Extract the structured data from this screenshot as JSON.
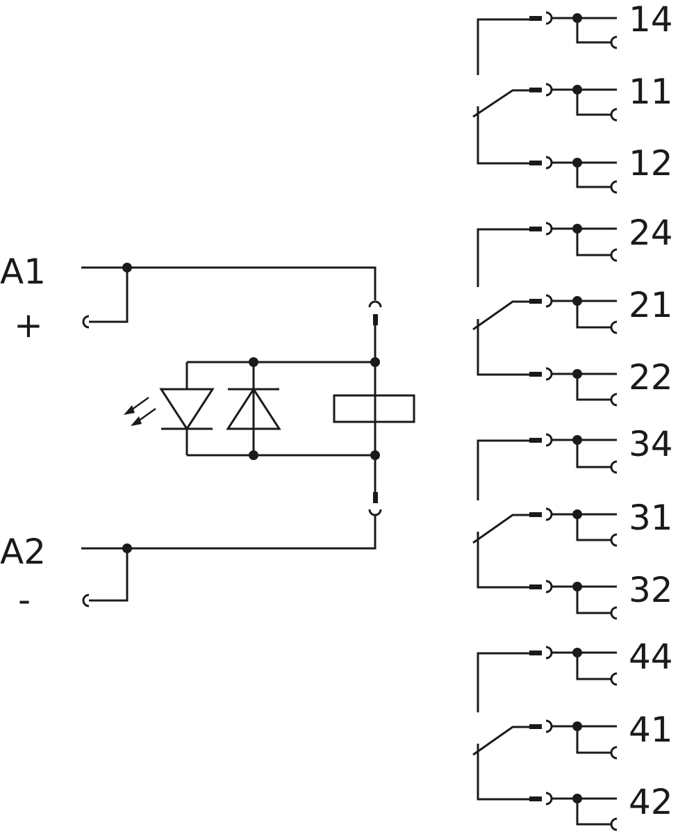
{
  "coil": {
    "a1_label": "A1",
    "a1_polarity": "+",
    "a2_label": "A2",
    "a2_polarity": "-"
  },
  "contact_groups": [
    {
      "no": "14",
      "com": "11",
      "nc": "12"
    },
    {
      "no": "24",
      "com": "21",
      "nc": "22"
    },
    {
      "no": "34",
      "com": "31",
      "nc": "32"
    },
    {
      "no": "44",
      "com": "41",
      "nc": "42"
    }
  ],
  "icons": [
    "led-icon",
    "diode-icon",
    "relay-coil-icon",
    "light-emission-icon",
    "relay-contact-icon"
  ],
  "colors": {
    "ink": "#1a1a1a",
    "background": "#ffffff"
  }
}
